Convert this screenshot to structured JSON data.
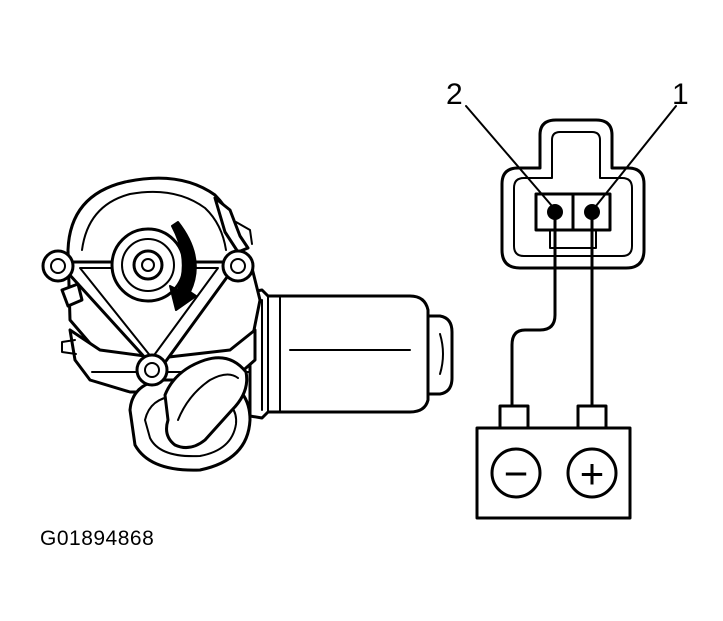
{
  "diagram": {
    "pin_labels": {
      "pin1": "1",
      "pin2": "2"
    },
    "battery": {
      "negative_symbol": "−",
      "positive_symbol": "+"
    },
    "figure_id": "G01894868",
    "icons": [
      "motor-icon",
      "rotation-arrow-icon",
      "connector-icon",
      "battery-icon"
    ],
    "colors": {
      "ink": "#000000",
      "paper": "#ffffff"
    }
  }
}
